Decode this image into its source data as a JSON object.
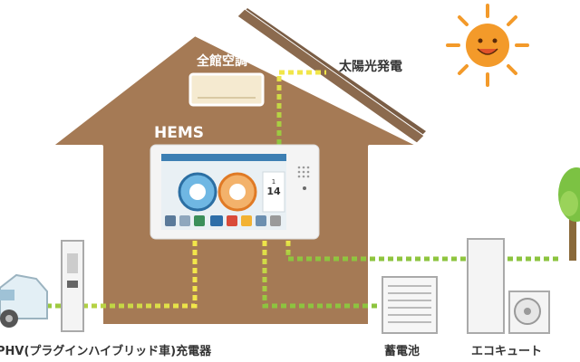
{
  "labels": {
    "central_ac": "全館空調",
    "solar": "太陽光発電",
    "hems": "HEMS",
    "charger": "PHV(プラグインハイブリッド車)充電器",
    "storage_battery": "蓄電池",
    "ecocute": "エコキュート"
  },
  "monitor": {
    "time_large": "14",
    "time_small": "1"
  },
  "colors": {
    "house": "#a57a55",
    "house_border": "#ffffff",
    "solar_panel": "#7a5d45",
    "line_green": "#8cc43f",
    "line_yellow": "#f2e64a",
    "label_text": "#ffffff",
    "outside_text": "#333333",
    "sun": "#f39a2a"
  },
  "icons": {
    "sun": "smiling-sun-icon",
    "tree": "tree-icon",
    "car": "car-icon"
  }
}
